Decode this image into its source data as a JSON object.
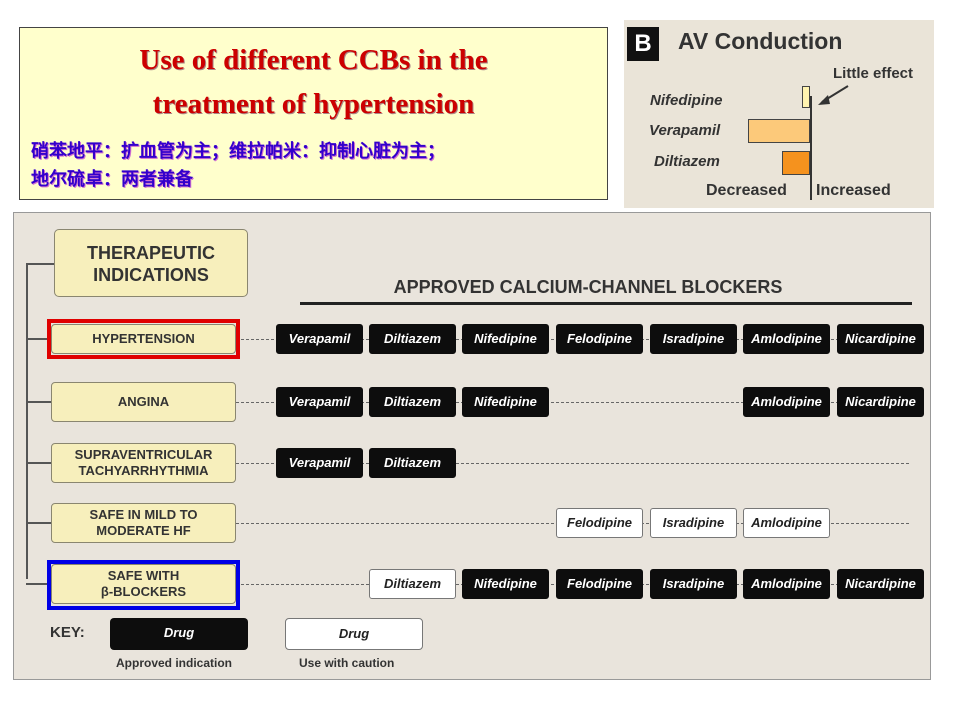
{
  "title": {
    "line1": "Use of different CCBs in the",
    "line2": "treatment  of hypertension",
    "sub_line1": "硝苯地平：扩血管为主；维拉帕米：抑制心脏为主；",
    "sub_line2": "地尔硫卓：两者兼备"
  },
  "av_panel": {
    "panel_letter": "B",
    "title": "AV Conduction",
    "annotation": "Little effect",
    "drugs": [
      {
        "name": "Nifedipine",
        "effect": 0.06
      },
      {
        "name": "Verapamil",
        "effect": -1.0
      },
      {
        "name": "Diltiazem",
        "effect": -0.45
      }
    ],
    "left_label": "Decreased",
    "right_label": "Increased",
    "colors": {
      "nifedipine": "#fff3b0",
      "verapamil": "#fcc97a",
      "diltiazem": "#f5921e"
    }
  },
  "diagram": {
    "header_box": [
      "THERAPEUTIC",
      "INDICATIONS"
    ],
    "approved_title": "APPROVED CALCIUM-CHANNEL BLOCKERS",
    "indications": [
      {
        "label": [
          "HYPERTENSION"
        ],
        "drugs": [
          [
            "Verapamil",
            "approved"
          ],
          [
            "Diltiazem",
            "approved"
          ],
          [
            "Nifedipine",
            "approved"
          ],
          [
            "Felodipine",
            "approved"
          ],
          [
            "Isradipine",
            "approved"
          ],
          [
            "Amlodipine",
            "approved"
          ],
          [
            "Nicardipine",
            "approved"
          ]
        ]
      },
      {
        "label": [
          "ANGINA"
        ],
        "drugs": [
          [
            "Verapamil",
            "approved"
          ],
          [
            "Diltiazem",
            "approved"
          ],
          [
            "Nifedipine",
            "approved"
          ],
          null,
          null,
          [
            "Amlodipine",
            "approved"
          ],
          [
            "Nicardipine",
            "approved"
          ]
        ]
      },
      {
        "label": [
          "SUPRAVENTRICULAR",
          "TACHYARRHYTHMIA"
        ],
        "drugs": [
          [
            "Verapamil",
            "approved"
          ],
          [
            "Diltiazem",
            "approved"
          ],
          null,
          null,
          null,
          null,
          null
        ]
      },
      {
        "label": [
          "SAFE IN MILD TO",
          "MODERATE HF"
        ],
        "drugs": [
          null,
          null,
          null,
          [
            "Felodipine",
            "caution"
          ],
          [
            "Isradipine",
            "caution"
          ],
          [
            "Amlodipine",
            "caution"
          ],
          null
        ]
      },
      {
        "label": [
          "SAFE WITH",
          "β-BLOCKERS"
        ],
        "drugs": [
          null,
          [
            "Diltiazem",
            "caution"
          ],
          [
            "Nifedipine",
            "approved"
          ],
          [
            "Felodipine",
            "approved"
          ],
          [
            "Isradipine",
            "approved"
          ],
          [
            "Amlodipine",
            "approved"
          ],
          [
            "Nicardipine",
            "approved"
          ]
        ]
      }
    ],
    "key": {
      "label": "KEY:",
      "approved_swatch": "Drug",
      "approved_caption": "Approved indication",
      "caution_swatch": "Drug",
      "caution_caption": "Use with caution"
    },
    "highlight_colors": {
      "hypertension": "#e00000",
      "beta_blockers": "#0000e6"
    }
  }
}
